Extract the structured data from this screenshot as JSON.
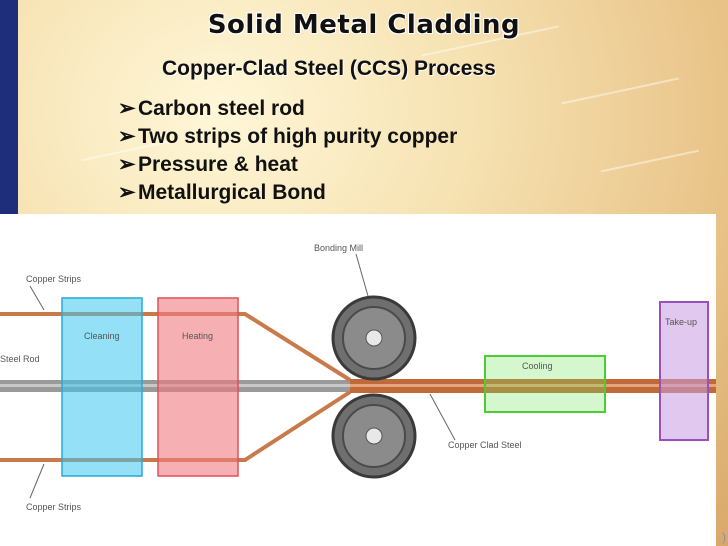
{
  "title": "Solid Metal Cladding",
  "subtitle": "Copper-Clad Steel (CCS) Process",
  "bullets": [
    {
      "label": "Carbon steel rod"
    },
    {
      "label": "Two strips of high purity copper"
    },
    {
      "label": "Pressure & heat"
    },
    {
      "label": "Metallurgical Bond"
    }
  ],
  "diagram": {
    "labels": {
      "copper_strips_top": "Copper Strips",
      "copper_strips_bottom": "Copper Strips",
      "steel_rod": "Steel Rod",
      "cleaning": "Cleaning",
      "heating": "Heating",
      "bonding_mill": "Bonding Mill",
      "cooling": "Cooling",
      "take_up": "Take-up",
      "copper_clad_steel": "Copper Clad Steel"
    },
    "colors": {
      "copper": "#c97a4a",
      "steel": "#8c8c8c",
      "cleaning": "#3cc7ef",
      "heating": "#f07b82",
      "cooling": "#6fe35a",
      "take_up": "#9a4fbf",
      "title_bar": "#1f2e7a"
    }
  },
  "corner_mark": ")"
}
